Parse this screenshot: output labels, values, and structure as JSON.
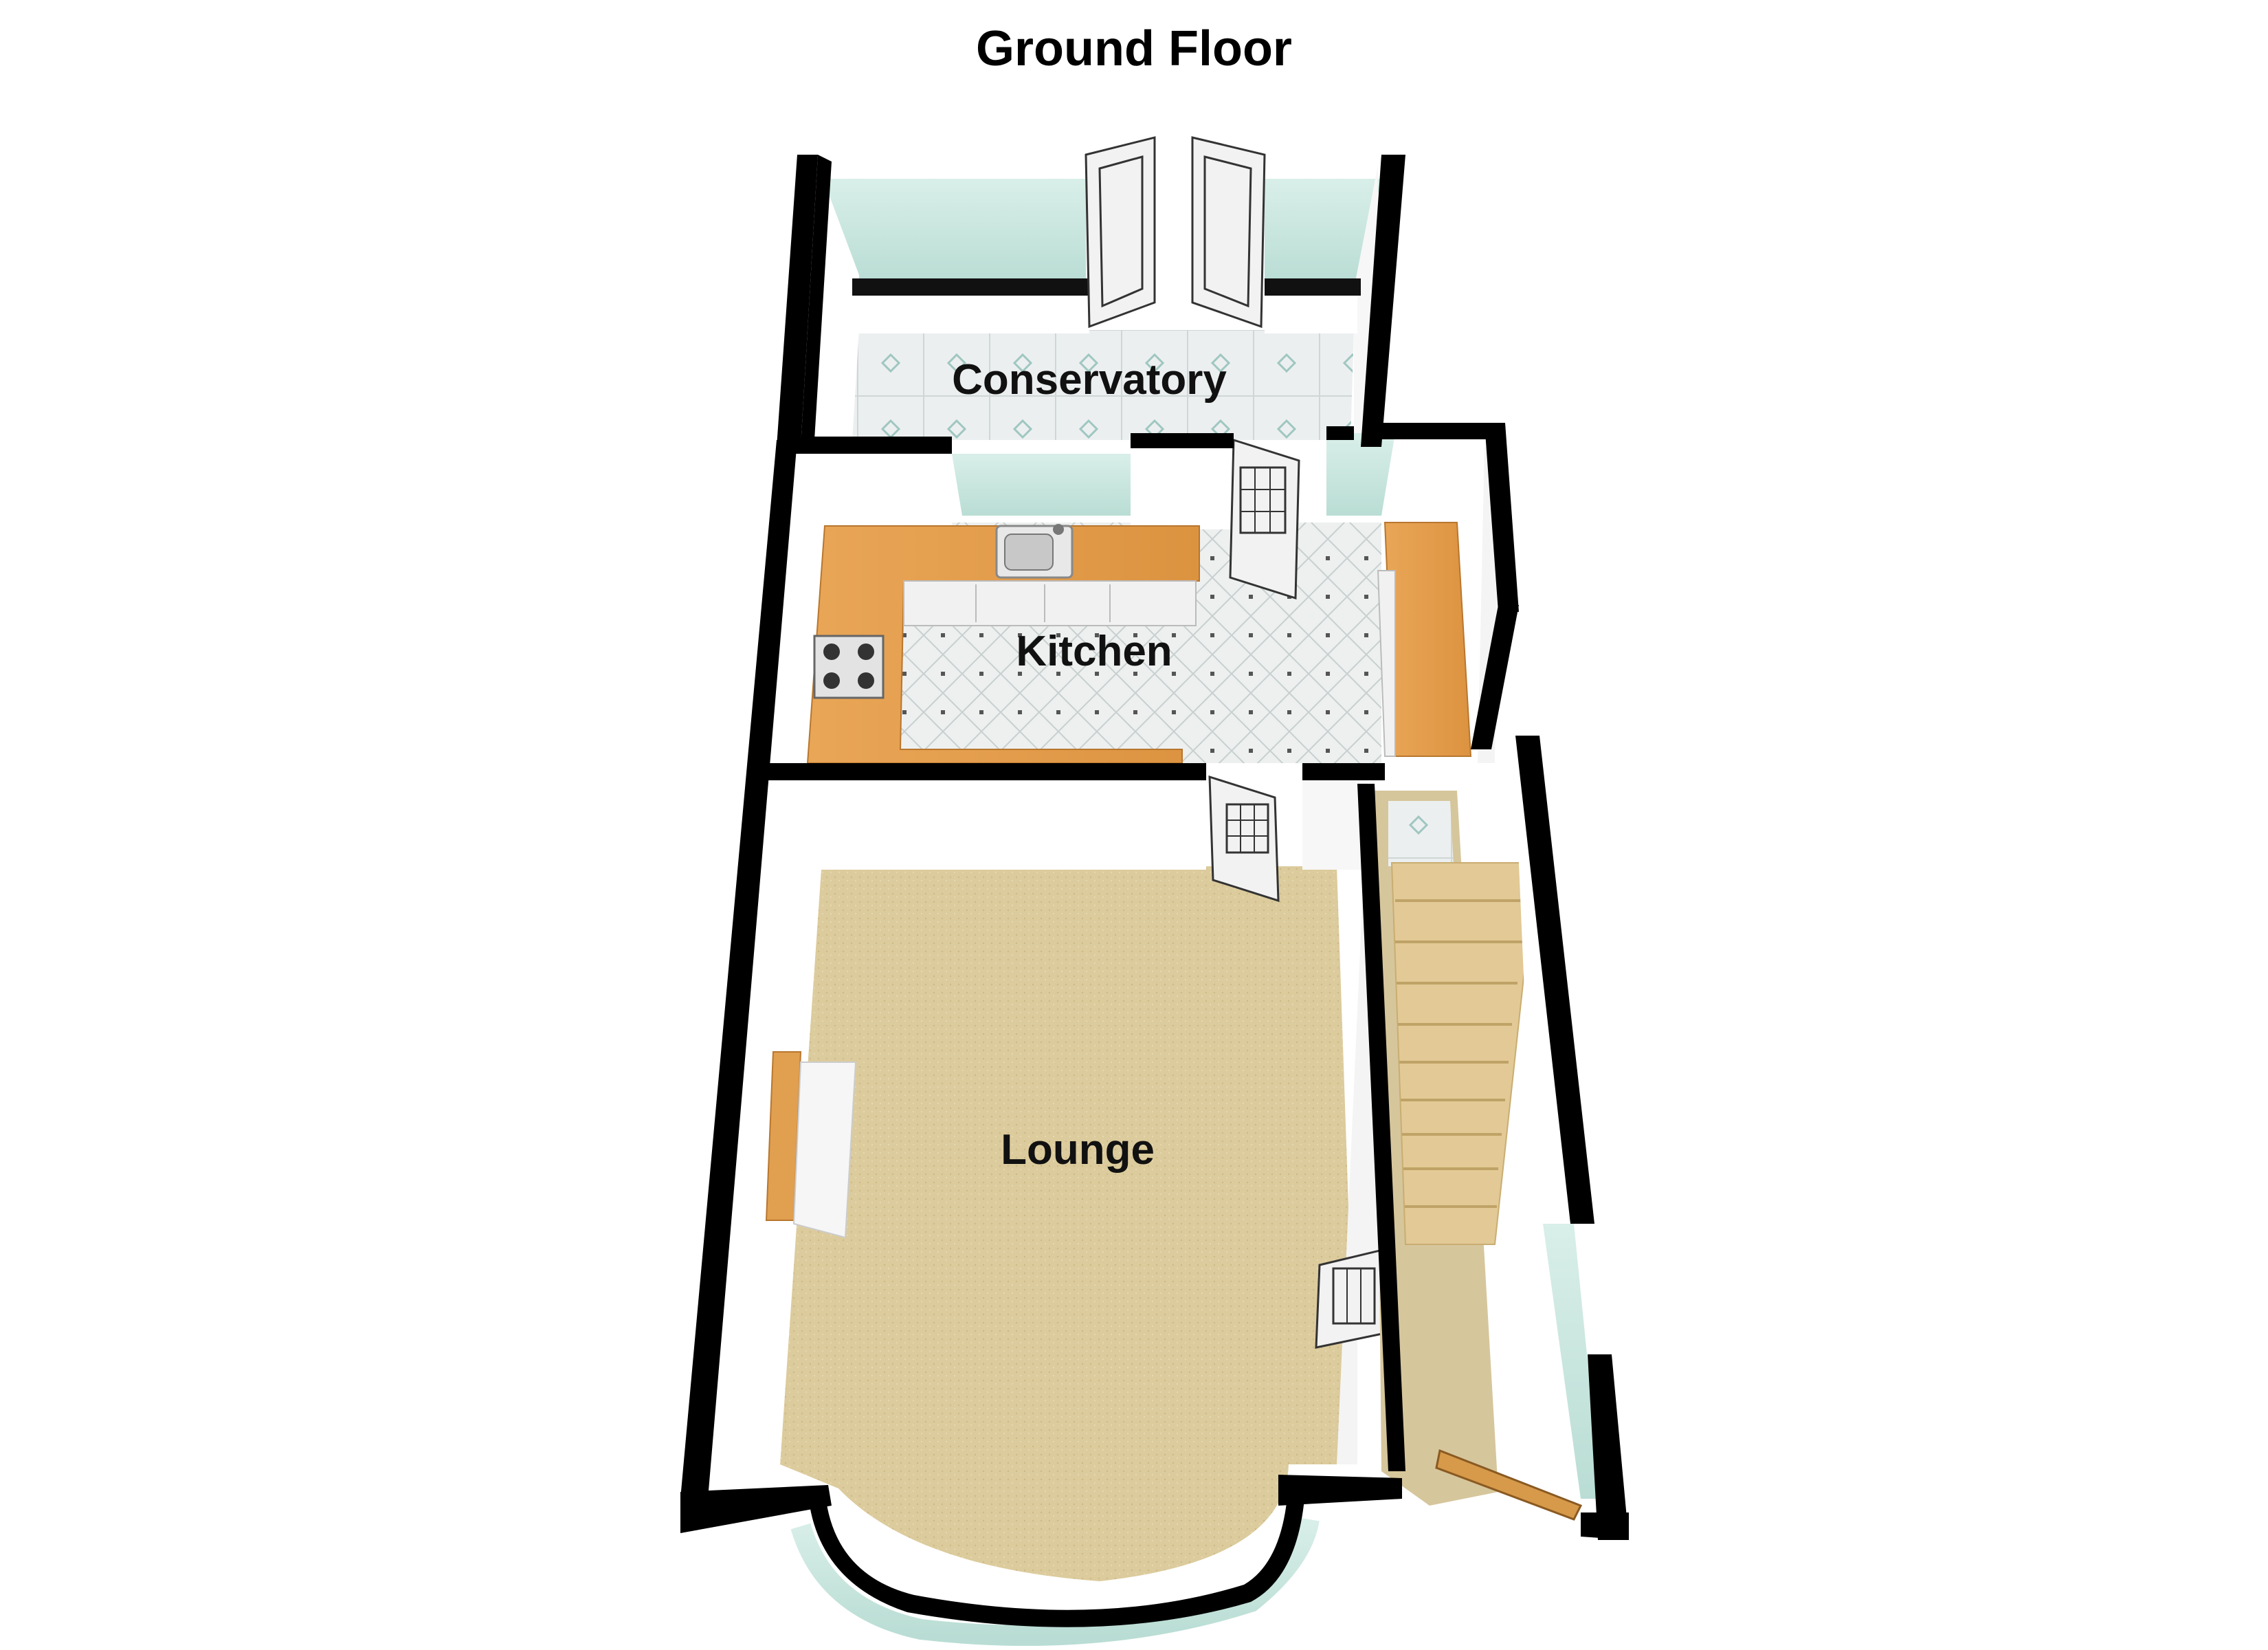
{
  "title": "Ground Floor",
  "rooms": {
    "conservatory": "Conservatory",
    "kitchen": "Kitchen",
    "lounge": "Lounge"
  },
  "colors": {
    "wall": "#000000",
    "wall_face": "#ffffff",
    "glass": "#c9e4dd",
    "carpet": "#dccb9c",
    "worktop": "#e6a050",
    "tile_floor": "#eef0f0",
    "stairs": "#e2c995",
    "door_panel": "#f2f2f2"
  }
}
